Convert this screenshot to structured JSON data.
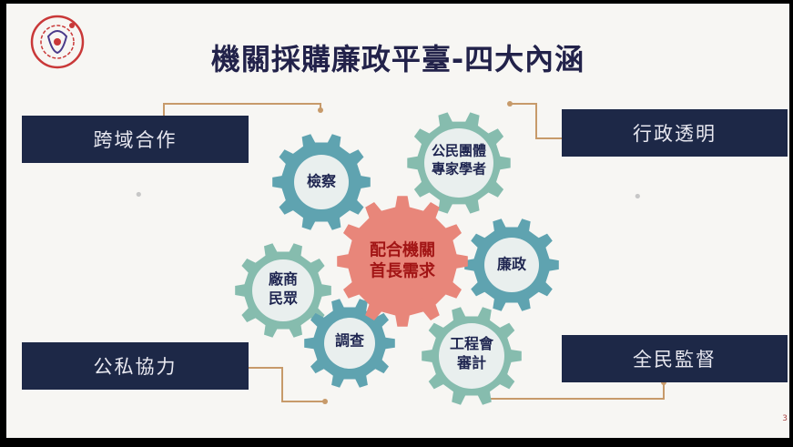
{
  "title": "機關採購廉政平臺-四大內涵",
  "nav_boxes": {
    "top_left": "跨域合作",
    "top_right": "行政透明",
    "bottom_left": "公私協力",
    "bottom_right": "全民監督"
  },
  "center_gear": {
    "line1": "配合機關",
    "line2": "首長需求",
    "color": "#e8867a"
  },
  "gears": [
    {
      "line1": "檢察",
      "line2": "",
      "color": "#5fa3b0"
    },
    {
      "line1": "公民團體",
      "line2": "專家學者",
      "color": "#86bcae"
    },
    {
      "line1": "廉政",
      "line2": "",
      "color": "#5fa3b0"
    },
    {
      "line1": "廠商",
      "line2": "民眾",
      "color": "#86bcae"
    },
    {
      "line1": "調查",
      "line2": "",
      "color": "#5fa3b0"
    },
    {
      "line1": "工程會",
      "line2": "審計",
      "color": "#86bcae"
    }
  ],
  "colors": {
    "box_bg": "#1d2847",
    "connector": "#c79a6a",
    "title": "#22224a"
  },
  "page_number": "3"
}
